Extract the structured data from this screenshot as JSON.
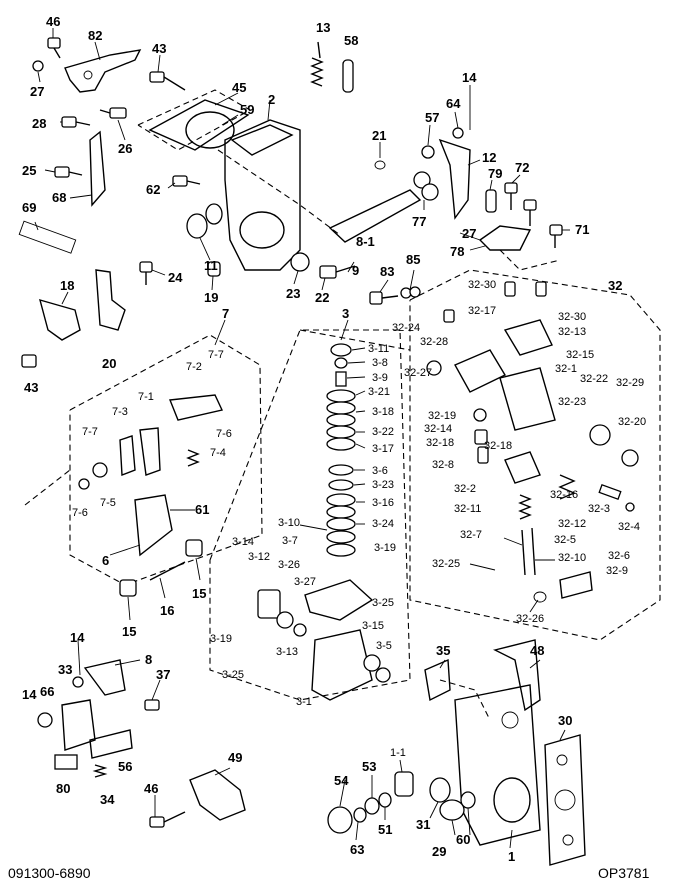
{
  "footer": {
    "left_code": "091300-6890",
    "right_code": "OP3781"
  },
  "labels": {
    "l46a": "46",
    "l82": "82",
    "l27a": "27",
    "l43a": "43",
    "l13": "13",
    "l58": "58",
    "l45": "45",
    "l59": "59",
    "l2": "2",
    "l28": "28",
    "l26": "26",
    "l21": "21",
    "l57": "57",
    "l64": "64",
    "l14a": "14",
    "l12": "12",
    "l79": "79",
    "l72": "72",
    "l25": "25",
    "l68": "68",
    "l62": "62",
    "l27b": "27",
    "l77": "77",
    "l71": "71",
    "l78": "78",
    "l8_1": "8-1",
    "l69": "69",
    "l11": "11",
    "l24": "24",
    "l19": "19",
    "l23": "23",
    "l22": "22",
    "l9": "9",
    "l83": "83",
    "l85": "85",
    "l18": "18",
    "l32_30a": "32-30",
    "l32": "32",
    "l3": "3",
    "l7": "7",
    "l32_24": "32-24",
    "l32_17": "32-17",
    "l32_30b": "32-30",
    "l32_13": "32-13",
    "l20": "20",
    "l3_11": "3-11",
    "l3_8": "3-8",
    "l3_9": "3-9",
    "l3_21": "3-21",
    "l7_7a": "7-7",
    "l7_2": "7-2",
    "l32_28": "32-28",
    "l32_15": "32-15",
    "l32_1": "32-1",
    "l32_22": "32-22",
    "l32_29": "32-29",
    "l43b": "43",
    "l32_27": "32-27",
    "l3_18": "3-18",
    "l32_23": "32-23",
    "l32_19": "32-19",
    "l7_3": "7-3",
    "l7_1": "7-1",
    "l7_6a": "7-6",
    "l3_22": "3-22",
    "l32_14": "32-14",
    "l32_20": "32-20",
    "l7_7b": "7-7",
    "l32_18a": "32-18",
    "l3_17": "3-17",
    "l32_18b": "32-18",
    "l7_4": "7-4",
    "l32_8": "32-8",
    "l3_6": "3-6",
    "l7_5": "7-5",
    "l3_23": "3-23",
    "l7_6b": "7-6",
    "l32_2": "32-2",
    "l32_16": "32-16",
    "l3_16": "3-16",
    "l61": "61",
    "l32_11": "32-11",
    "l32_3": "32-3",
    "l32_12": "32-12",
    "l32_4": "32-4",
    "l3_10": "3-10",
    "l3_24": "3-24",
    "l3_7": "3-7",
    "l3_14": "3-14",
    "l3_19a": "3-19",
    "l32_7": "32-7",
    "l32_5": "32-5",
    "l3_12": "3-12",
    "l6": "6",
    "l32_10": "32-10",
    "l32_6": "32-6",
    "l3_26": "3-26",
    "l32_25": "32-25",
    "l32_9": "32-9",
    "l3_27": "3-27",
    "l16": "16",
    "l15a": "15",
    "l3_25a": "3-25",
    "l15b": "15",
    "l32_26": "32-26",
    "l3_15": "3-15",
    "l14b": "14",
    "l3_19b": "3-19",
    "l3_13": "3-13",
    "l3_5": "3-5",
    "l35": "35",
    "l48": "48",
    "l8": "8",
    "l33": "33",
    "l3_25b": "3-25",
    "l37": "37",
    "l3_1": "3-1",
    "l14c": "14",
    "l66": "66",
    "l30": "30",
    "l56": "56",
    "l49": "49",
    "l80": "80",
    "l1_1": "1-1",
    "l34": "34",
    "l53": "53",
    "l46b": "46",
    "l54": "54",
    "l51": "51",
    "l31": "31",
    "l60": "60",
    "l63": "63",
    "l29": "29",
    "l1": "1"
  }
}
